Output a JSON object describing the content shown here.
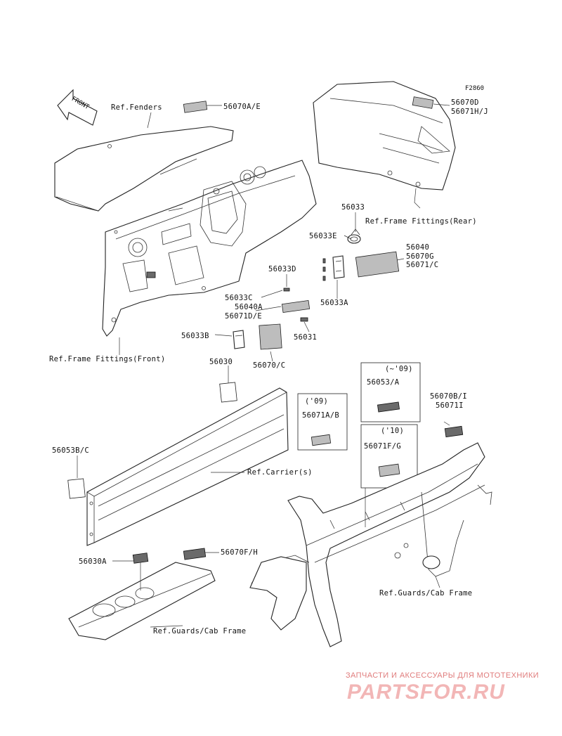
{
  "figure_code": "F2860",
  "front_arrow": "FRONT",
  "labels": {
    "ref_fenders": "Ref.Fenders",
    "p56070AE": "56070A/E",
    "p56070D": "56070D",
    "p56071HJ": "56071H/J",
    "ref_frame_fittings_rear": "Ref.Frame Fittings(Rear)",
    "p56033": "56033",
    "p56033E": "56033E",
    "p56040": "56040",
    "p56070G": "56070G",
    "p56071C": "56071/C",
    "p56033D": "56033D",
    "p56033C": "56033C",
    "p56040A": "56040A",
    "p56071DE": "56071D/E",
    "p56033A": "56033A",
    "p56033B": "56033B",
    "p56031": "56031",
    "ref_frame_fittings_front": "Ref.Frame Fittings(Front)",
    "p56030": "56030",
    "p56070C": "56070/C",
    "year_upto09": "(~'09)",
    "p56053A": "56053/A",
    "p56070BI": "56070B/I",
    "p56071I": "56071I",
    "year_09": "('09)",
    "p56071AB": "56071A/B",
    "year_10": "('10)",
    "p56071FG": "56071F/G",
    "p56053BC": "56053B/C",
    "ref_carriers": "Ref.Carrier(s)",
    "p56030A": "56030A",
    "p56070FH": "56070F/H",
    "ref_guards_cab_frame_right": "Ref.Guards/Cab Frame",
    "ref_guards_cab_frame_bottom": "Ref.Guards/Cab Frame"
  },
  "watermark": {
    "tagline": "ЗАПЧАСТИ И АКСЕССУАРЫ ДЛЯ МОТОТЕХНИКИ",
    "brand": "PARTSFOR.RU"
  }
}
